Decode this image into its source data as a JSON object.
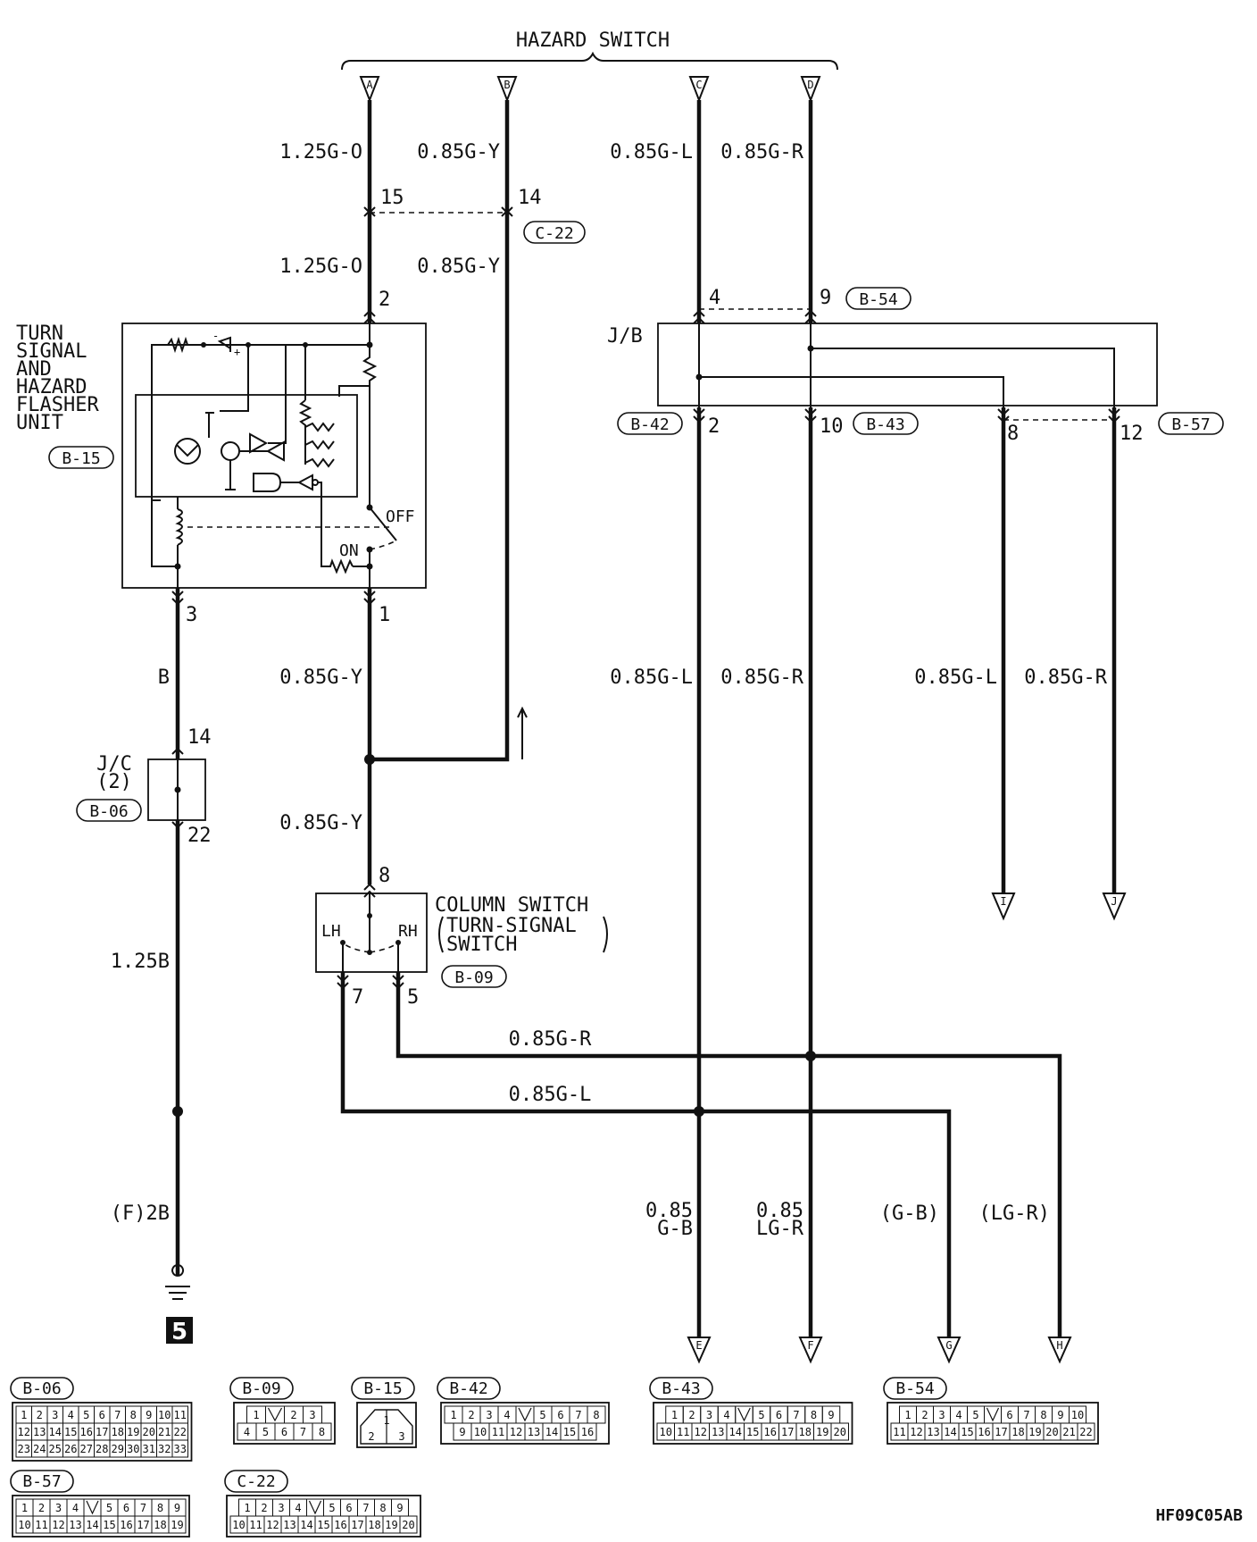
{
  "title": "HAZARD SWITCH",
  "terminals_top": [
    "A",
    "B",
    "C",
    "D"
  ],
  "terminals_bottom": [
    "E",
    "F",
    "G",
    "H"
  ],
  "terminals_right": [
    "I",
    "J"
  ],
  "wires": {
    "a_top": "1.25G-O",
    "b_top": "0.85G-Y",
    "c_top": "0.85G-L",
    "d_top": "0.85G-R",
    "a_mid": "1.25G-O",
    "b_mid": "0.85G-Y",
    "flasher_out": "0.85G-Y",
    "col_in": "0.85G-Y",
    "ground_b": "B",
    "ground_125b": "1.25B",
    "ground_2b": "(F)2B",
    "jb_c_lower": "0.85G-L",
    "jb_d_lower": "0.85G-R",
    "jb_i": "0.85G-L",
    "jb_j": "0.85G-R",
    "rh_wire": "0.85G-R",
    "lh_wire": "0.85G-L",
    "e_gauge": "0.85",
    "e_color": "G-B",
    "f_gauge": "0.85",
    "f_color": "LG-R",
    "g_label": "(G-B)",
    "h_label": "(LG-R)"
  },
  "pins": {
    "p15": "15",
    "p14": "14",
    "p2": "2",
    "p3": "3",
    "p1": "1",
    "jc14": "14",
    "jc22": "22",
    "cs8": "8",
    "cs7": "7",
    "cs5": "5",
    "jb4": "4",
    "jb9": "9",
    "jb2": "2",
    "jb10": "10",
    "jb8": "8",
    "jb12": "12"
  },
  "components": {
    "flasher_l1": "TURN",
    "flasher_l2": "SIGNAL",
    "flasher_l3": "AND",
    "flasher_l4": "HAZARD",
    "flasher_l5": "FLASHER",
    "flasher_l6": "UNIT",
    "flasher_conn": "B-15",
    "off": "OFF",
    "on": "ON",
    "jc_l1": "J/C",
    "jc_l2": "(2)",
    "jc_conn": "B-06",
    "column_l1": "COLUMN SWITCH",
    "column_l2": "TURN-SIGNAL",
    "column_l3": "SWITCH",
    "column_conn": "B-09",
    "lh": "LH",
    "rh": "RH",
    "jb": "J/B",
    "c22": "C-22",
    "b54": "B-54",
    "b42": "B-42",
    "b43": "B-43",
    "b57": "B-57"
  },
  "ground_no": "5",
  "connector_views": {
    "b06": {
      "label": "B-06",
      "rows": [
        [
          "1",
          "2",
          "3",
          "4",
          "5",
          "6",
          "7",
          "8",
          "9",
          "10",
          "11"
        ],
        [
          "12",
          "13",
          "14",
          "15",
          "16",
          "17",
          "18",
          "19",
          "20",
          "21",
          "22"
        ],
        [
          "23",
          "24",
          "25",
          "26",
          "27",
          "28",
          "29",
          "30",
          "31",
          "32",
          "33"
        ]
      ]
    },
    "b09": {
      "label": "B-09",
      "rows": [
        [
          "1",
          "",
          "2",
          "3"
        ],
        [
          "4",
          "5",
          "6",
          "7",
          "8"
        ]
      ]
    },
    "b15": {
      "label": "B-15",
      "p1": "1",
      "p2": "2",
      "p3": "3"
    },
    "b42": {
      "label": "B-42",
      "rows": [
        [
          "1",
          "2",
          "3",
          "4",
          "",
          "5",
          "6",
          "7",
          "8"
        ],
        [
          "9",
          "10",
          "11",
          "12",
          "13",
          "14",
          "15",
          "16"
        ]
      ]
    },
    "b43": {
      "label": "B-43",
      "rows": [
        [
          "1",
          "2",
          "3",
          "4",
          "",
          "5",
          "6",
          "7",
          "8",
          "9"
        ],
        [
          "10",
          "11",
          "12",
          "13",
          "14",
          "15",
          "16",
          "17",
          "18",
          "19",
          "20"
        ]
      ]
    },
    "b54": {
      "label": "B-54",
      "rows": [
        [
          "1",
          "2",
          "3",
          "4",
          "5",
          "",
          "6",
          "7",
          "8",
          "9",
          "10"
        ],
        [
          "11",
          "12",
          "13",
          "14",
          "15",
          "16",
          "17",
          "18",
          "19",
          "20",
          "21",
          "22"
        ]
      ]
    },
    "b57": {
      "label": "B-57",
      "rows": [
        [
          "1",
          "2",
          "3",
          "4",
          "",
          "5",
          "6",
          "7",
          "8",
          "9"
        ],
        [
          "10",
          "11",
          "12",
          "13",
          "14",
          "15",
          "16",
          "17",
          "18",
          "19"
        ]
      ]
    },
    "c22": {
      "label": "C-22",
      "rows": [
        [
          "1",
          "2",
          "3",
          "4",
          "",
          "5",
          "6",
          "7",
          "8",
          "9"
        ],
        [
          "10",
          "11",
          "12",
          "13",
          "14",
          "15",
          "16",
          "17",
          "18",
          "19",
          "20"
        ]
      ]
    }
  },
  "figure_code": "HF09C05AB"
}
